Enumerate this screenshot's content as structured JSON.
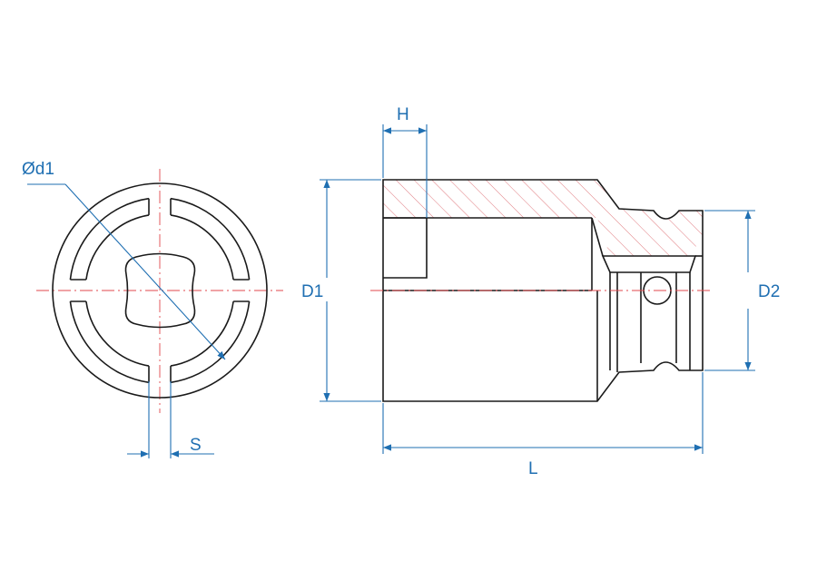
{
  "colors": {
    "outline": "#1a1a1a",
    "centerline": "#e0474c",
    "dimension": "#1f6fb2",
    "hatch": "#e07a7f",
    "background": "#ffffff"
  },
  "labels": {
    "d1": "Ød1",
    "s": "S",
    "d1_outer": "D1",
    "d2": "D2",
    "h": "H",
    "l": "L"
  }
}
